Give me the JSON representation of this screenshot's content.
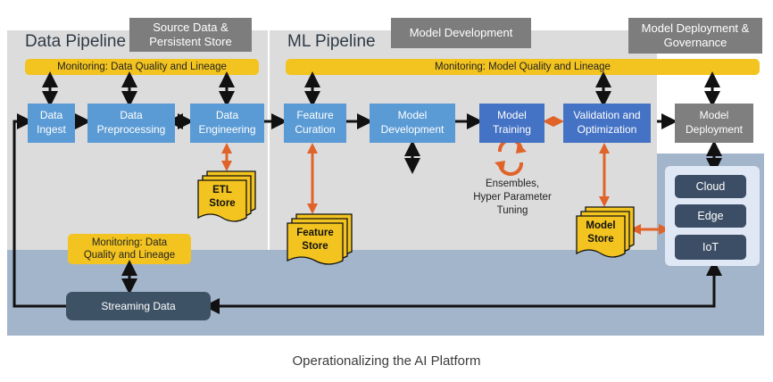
{
  "sections": {
    "data_pipeline": "Data Pipeline",
    "ml_pipeline": "ML Pipeline"
  },
  "tags": {
    "source_data": "Source Data &\nPersistent Store",
    "model_development": "Model Development",
    "model_deployment_gov": "Model Deployment &\nGovernance"
  },
  "monitoring": {
    "data_quality": "Monitoring: Data Quality and Lineage",
    "model_quality": "Monitoring: Model Quality and Lineage",
    "streaming_quality": "Monitoring: Data\nQuality and Lineage"
  },
  "boxes": {
    "data_ingest": "Data\nIngest",
    "data_preprocessing": "Data\nPreprocessing",
    "data_engineering": "Data\nEngineering",
    "feature_curation": "Feature\nCuration",
    "model_development": "Model\nDevelopment",
    "model_training": "Model\nTraining",
    "validation": "Validation and\nOptimization",
    "model_deployment": "Model\nDeployment"
  },
  "stores": {
    "etl": "ETL\nStore",
    "feature": "Feature\nStore",
    "model": "Model\nStore"
  },
  "notes": {
    "training": "Ensembles,\nHyper Parameter\nTuning"
  },
  "deploy_targets": [
    "Cloud",
    "Edge",
    "IoT"
  ],
  "streaming": "Streaming Data",
  "caption": "Operationalizing the AI Platform",
  "colors": {
    "monitoring": "#f3c41f",
    "light_blue": "#5b9bd5",
    "dark_blue": "#4472c4",
    "gray": "#7f7f7f",
    "arrow_orange": "#e0632a",
    "store_yellow": "#f3c41f"
  }
}
